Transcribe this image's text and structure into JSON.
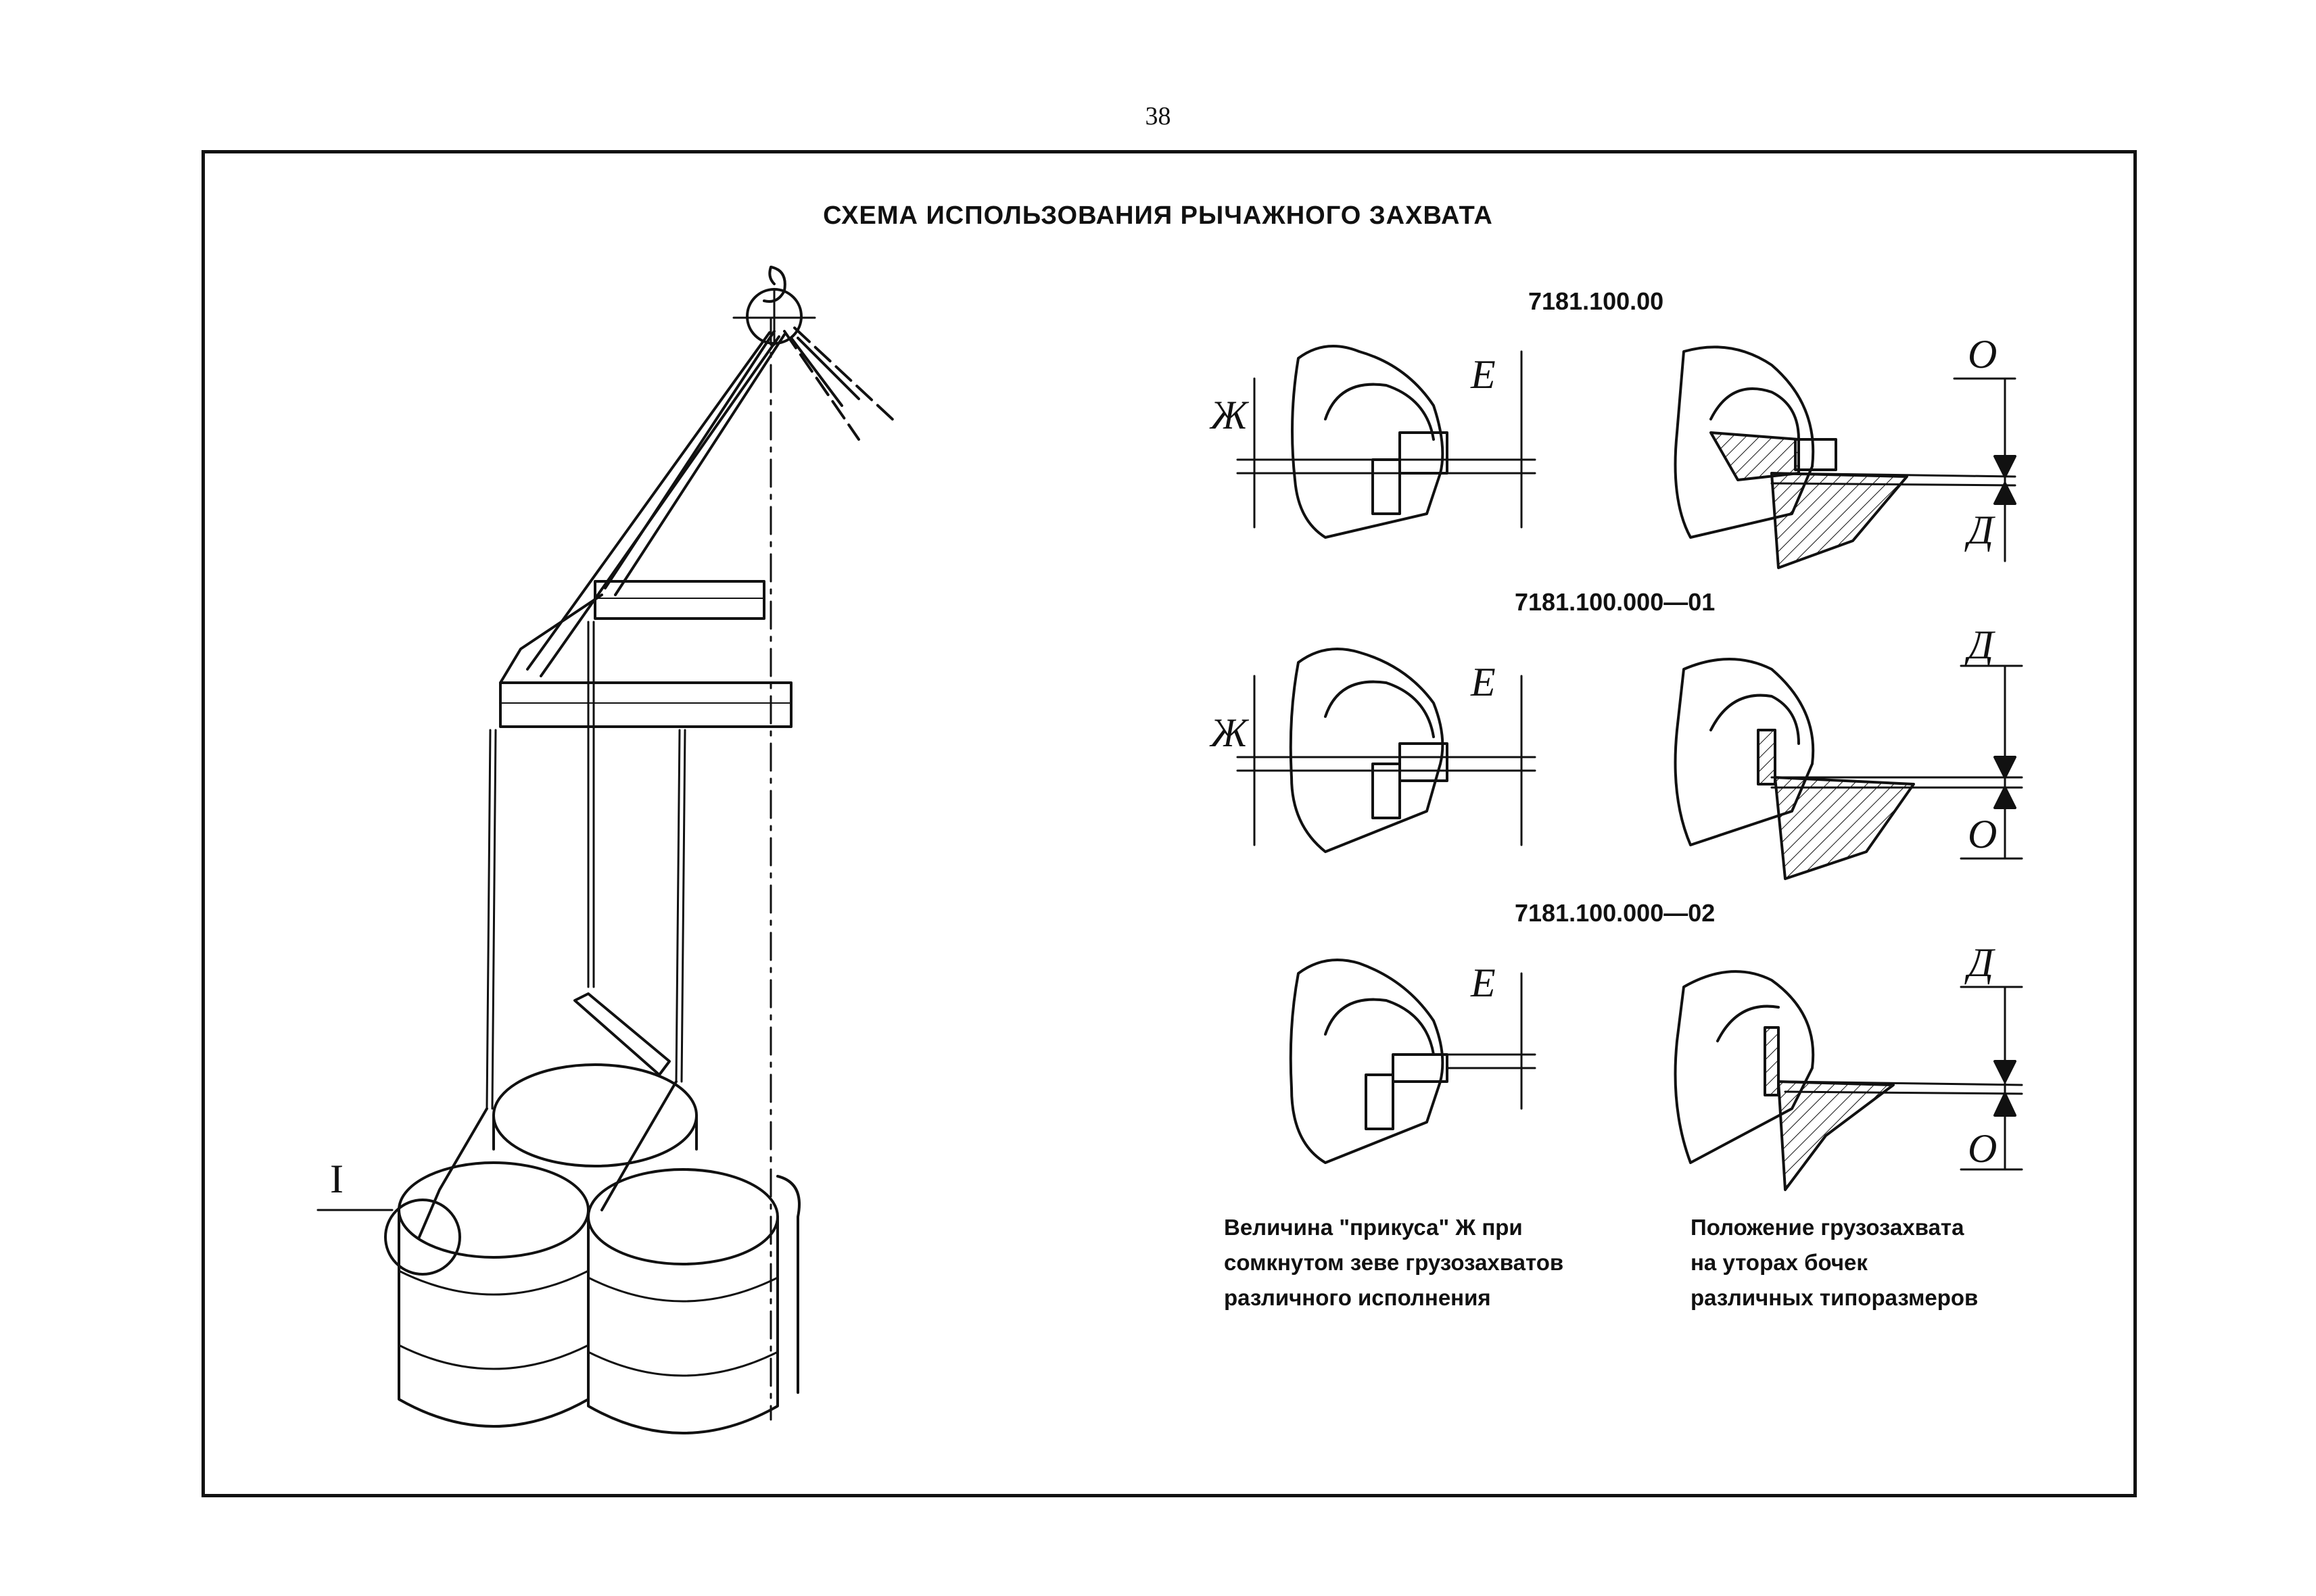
{
  "page_number": "38",
  "title": "СХЕМА ИСПОЛЬЗОВАНИЯ РЫЧАЖНОГО ЗАХВАТА",
  "view_marker": "I",
  "variants": [
    {
      "label": "7181.100.00",
      "left_dims": [
        "Ж",
        "Е"
      ],
      "right_dims": [
        "О",
        "Д"
      ]
    },
    {
      "label": "7181.100.000—01",
      "left_dims": [
        "Ж",
        "Е"
      ],
      "right_dims": [
        "Д",
        "О"
      ]
    },
    {
      "label": "7181.100.000—02",
      "left_dims": [
        "Е"
      ],
      "right_dims": [
        "Д",
        "О"
      ]
    }
  ],
  "captions": {
    "left": "Величина \"прикуса\" Ж при\nсомкнутом зеве грузозахватов\nразличного исполнения",
    "right": "Положение грузозахвата\nна уторах бочек\nразличных типоразмеров"
  }
}
